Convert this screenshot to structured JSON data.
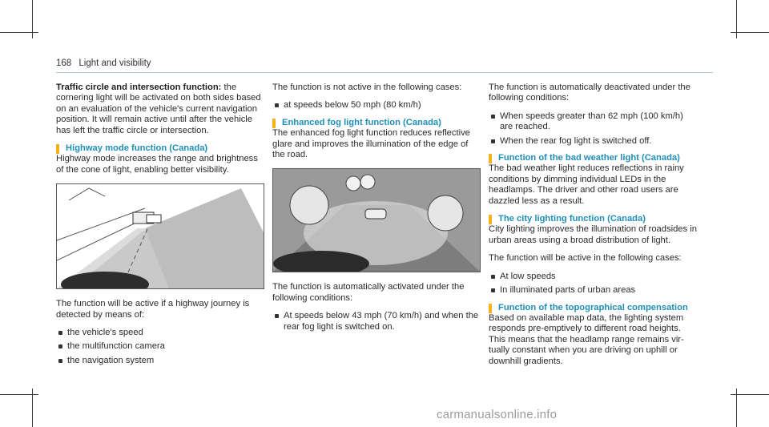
{
  "header": {
    "page_number": "168",
    "section_title": "Light and visibility"
  },
  "col1": {
    "p1_bold": "Traffic circle and intersection function:",
    "p1_text": " the corner­ing light will be activated on both sides based on an evaluation of the vehicle's current navigation position. It will remain active until after the vehicle has left the traffic circle or intersection.",
    "h1": "Highway mode function (Canada)",
    "p2": "Highway mode increases the range and bright­ness of the cone of light, enabling better visibility.",
    "p3": "The function will be active if a highway journey is detected by means of:",
    "bullets": [
      "the vehicle's speed",
      "the multifunction camera",
      "the navigation system"
    ]
  },
  "col2": {
    "p1": "The function is not active in the following cases:",
    "b1": "at speeds below 50 mph (80 km/h)",
    "h1": "Enhanced fog light function (Canada)",
    "p2": "The enhanced fog light function reduces reflective glare and improves the illumination of the edge of the road.",
    "p3": "The function is automatically activated under the following conditions:",
    "b2": "At speeds below 43 mph (70 km/h) and when the rear fog light is switched on."
  },
  "col3": {
    "p1": "The function is automatically deactivated under the following conditions:",
    "bullets1": [
      "When speeds greater than 62 mph (100 km/h) are reached.",
      "When the rear fog light is switched off."
    ],
    "h1": "Function of the bad weather light (Canada)",
    "p2": "The bad weather light reduces reflections in rainy conditions by dimming individual LEDs in the headlamps. The driver and other road users are dazzled less as a result.",
    "h2": "The city lighting function (Canada)",
    "p3": "City lighting improves the illumination of roadsides in urban areas using a broad distribution of light.",
    "p4": "The function will be active in the following cases:",
    "bullets2": [
      "At low speeds",
      "In illuminated parts of urban areas"
    ],
    "h3": "Function of the topographical compensation",
    "p5": "Based on available map data, the lighting system responds pre-emptively to different road heights. This means that the headlamp range remains vir­tually constant when you are driving on uphill or downhill gradients."
  },
  "footer": {
    "watermark": "carmanualsonline.info"
  }
}
